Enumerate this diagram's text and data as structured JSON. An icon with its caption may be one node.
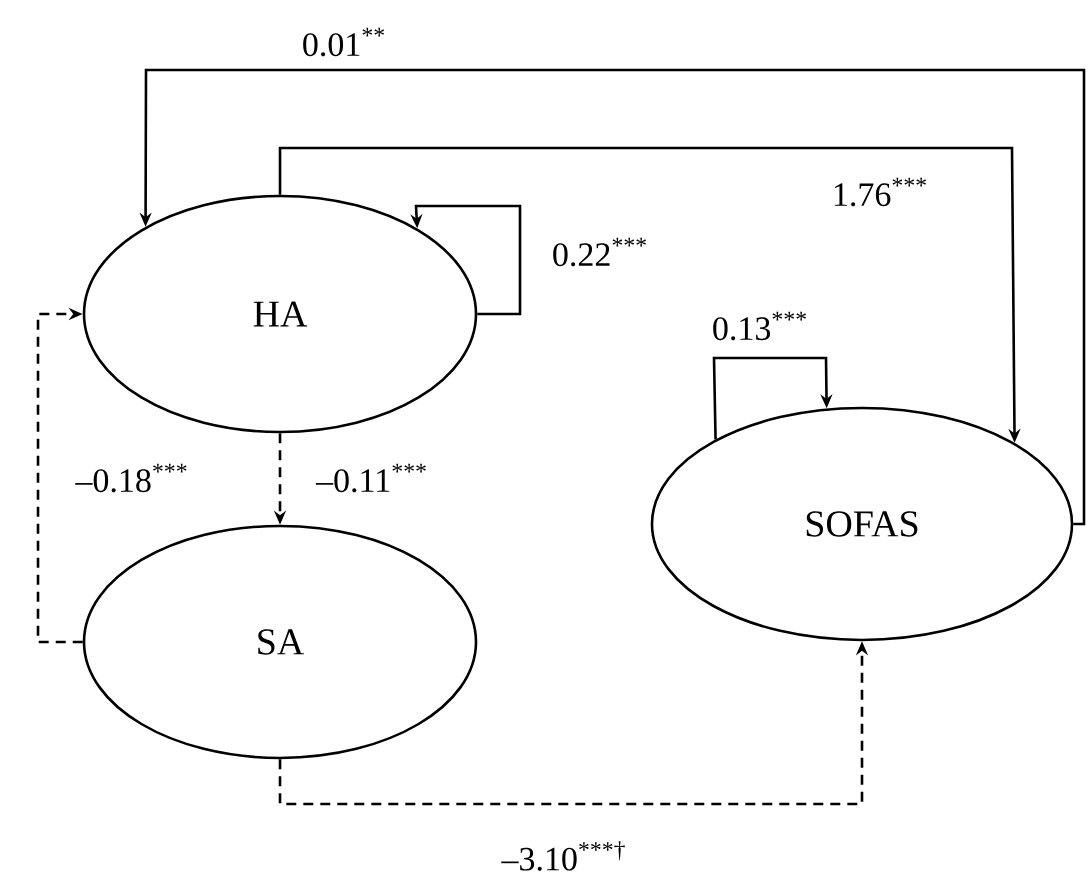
{
  "diagram": {
    "nodes": [
      {
        "text": [
          "HA"
        ]
      },
      {
        "text": [
          "SA"
        ]
      },
      {
        "text": [
          "SOFAS"
        ]
      }
    ],
    "edges": [
      {
        "from": 2,
        "to": 0,
        "arrow": "to",
        "label": "0.01$^{**}$"
      },
      {
        "from": 0,
        "to": 2,
        "arrow": "to",
        "label": "1.76$^{***}$"
      },
      {
        "from": 0,
        "to": 0,
        "arrow": "to",
        "label": "0.22$^{***}$"
      },
      {
        "from": 2,
        "to": 2,
        "arrow": "to",
        "label": "0.13$^{***}$"
      },
      {
        "from": 0,
        "to": 1,
        "arrow": "to",
        "label": "–0.11$^{***}$",
        "style": "dashed"
      },
      {
        "from": 1,
        "to": 0,
        "arrow": "to",
        "label": "–0.18$^{***}$",
        "style": "dashed"
      },
      {
        "from": 1,
        "to": 2,
        "arrow": "to",
        "label": "–3.10$^{***†}$",
        "style": "dashed"
      }
    ]
  }
}
